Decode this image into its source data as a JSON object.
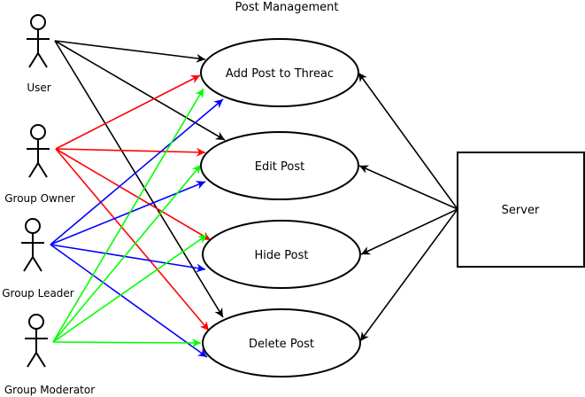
{
  "title": "Post Management",
  "actors": [
    {
      "id": "user",
      "label": "User"
    },
    {
      "id": "owner",
      "label": "Group Owner"
    },
    {
      "id": "leader",
      "label": "Group Leader"
    },
    {
      "id": "moderator",
      "label": "Group Moderator"
    }
  ],
  "use_cases": [
    {
      "id": "add",
      "label": "Add Post to Threac"
    },
    {
      "id": "edit",
      "label": "Edit Post"
    },
    {
      "id": "hide",
      "label": "Hide Post"
    },
    {
      "id": "delete",
      "label": "Delete Post"
    }
  ],
  "system": {
    "id": "server",
    "label": "Server"
  },
  "colors": {
    "user": "#000000",
    "owner": "#ff0000",
    "leader": "#0000ff",
    "moderator": "#00ff00",
    "server": "#000000"
  },
  "associations": [
    {
      "from": "user",
      "to": "add"
    },
    {
      "from": "user",
      "to": "edit"
    },
    {
      "from": "user",
      "to": "delete"
    },
    {
      "from": "owner",
      "to": "add"
    },
    {
      "from": "owner",
      "to": "edit"
    },
    {
      "from": "owner",
      "to": "hide"
    },
    {
      "from": "owner",
      "to": "delete"
    },
    {
      "from": "leader",
      "to": "add"
    },
    {
      "from": "leader",
      "to": "edit"
    },
    {
      "from": "leader",
      "to": "hide"
    },
    {
      "from": "leader",
      "to": "delete"
    },
    {
      "from": "moderator",
      "to": "add"
    },
    {
      "from": "moderator",
      "to": "edit"
    },
    {
      "from": "moderator",
      "to": "hide"
    },
    {
      "from": "moderator",
      "to": "delete"
    },
    {
      "from": "server",
      "to": "add"
    },
    {
      "from": "server",
      "to": "edit"
    },
    {
      "from": "server",
      "to": "hide"
    },
    {
      "from": "server",
      "to": "delete"
    }
  ]
}
